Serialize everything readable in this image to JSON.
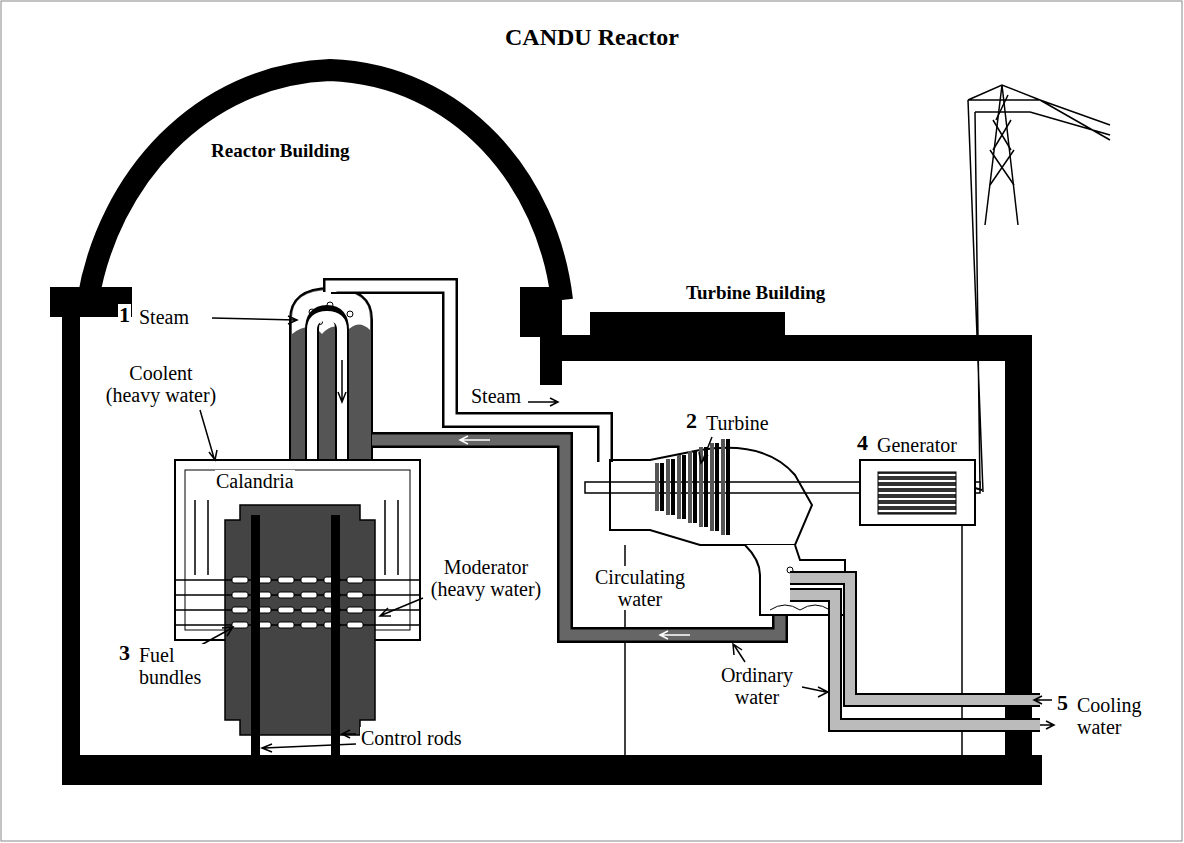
{
  "diagram": {
    "title": "CANDU Reactor",
    "labels": [
      "Reactor Building",
      "Turbine Building",
      "1",
      "Steam",
      "Coolent (heavy water)",
      "Calandria",
      "Steam",
      "2",
      "Turbine",
      "4",
      "Generator",
      "Circulating water",
      "Moderator (heavy water)",
      "3",
      "Fuel bundles",
      "Ordinary water",
      "5",
      "Cooling water",
      "Control rods"
    ]
  }
}
